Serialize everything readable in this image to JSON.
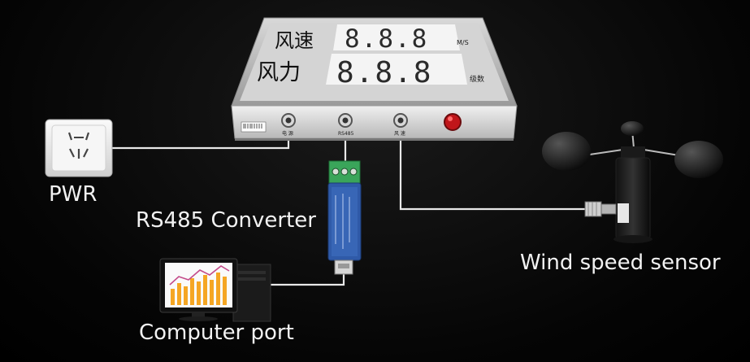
{
  "display": {
    "row1_label": "风速",
    "row2_label": "风力",
    "row1_digits": "8.8.8",
    "row2_digits": "8.8.8",
    "row1_unit": "M/S",
    "row2_unit": "级数"
  },
  "connectors": {
    "power": "电 源",
    "rs485": "RS485",
    "wind": "风 速"
  },
  "labels": {
    "pwr": "PWR",
    "rs485_converter": "RS485 Converter",
    "wind_sensor": "Wind speed sensor",
    "computer_port": "Computer port"
  },
  "colors": {
    "background": "#000000",
    "panel": "#c9c9c9",
    "led_off": "#3a3a3a",
    "cable": "#e8e8e8",
    "converter": "#2f5aa8",
    "terminal": "#3aa55a"
  }
}
